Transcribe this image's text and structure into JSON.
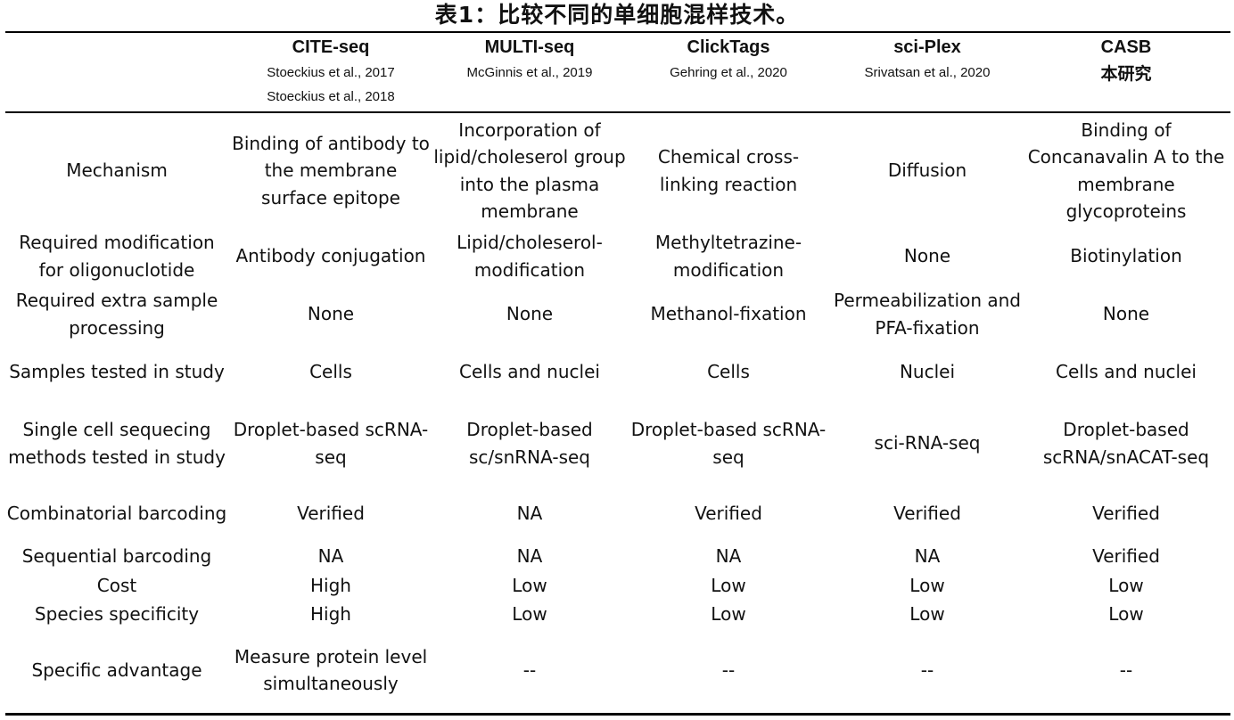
{
  "title": "表1：比较不同的单细胞混样技术。",
  "methods": [
    {
      "name": "CITE-seq",
      "refs": [
        "Stoeckius et al., 2017",
        "Stoeckius et al., 2018"
      ]
    },
    {
      "name": "MULTI-seq",
      "refs": [
        "McGinnis et al., 2019"
      ]
    },
    {
      "name": "ClickTags",
      "refs": [
        "Gehring et al., 2020"
      ]
    },
    {
      "name": "sci-Plex",
      "refs": [
        "Srivatsan et al., 2020"
      ]
    },
    {
      "name": "CASB",
      "refs": [
        "本研究"
      ]
    }
  ],
  "rows": [
    {
      "label": "Mechanism",
      "values": [
        "Binding of antibody to the membrane surface epitope",
        "Incorporation of lipid/choleserol group into the plasma membrane",
        "Chemical cross-linking reaction",
        "Diffusion",
        "Binding of Concanavalin A to the membrane glycoproteins"
      ]
    },
    {
      "label": "Required modification for oligonuclotide",
      "values": [
        "Antibody conjugation",
        "Lipid/choleserol-modification",
        "Methyltetrazine-modification",
        "None",
        "Biotinylation"
      ]
    },
    {
      "label": "Required extra sample processing",
      "values": [
        "None",
        "None",
        "Methanol-fixation",
        "Permeabilization and PFA-fixation",
        "None"
      ]
    },
    {
      "label": "Samples tested in study",
      "values": [
        "Cells",
        "Cells and nuclei",
        "Cells",
        "Nuclei",
        "Cells and nuclei"
      ]
    },
    {
      "label": "Single cell sequecing methods tested in study",
      "values": [
        "Droplet-based scRNA-seq",
        "Droplet-based sc/snRNA-seq",
        "Droplet-based scRNA-seq",
        "sci-RNA-seq",
        "Droplet-based scRNA/snACAT-seq"
      ]
    },
    {
      "label": "Combinatorial barcoding",
      "values": [
        "Verified",
        "NA",
        "Verified",
        "Verified",
        "Verified"
      ]
    },
    {
      "label": "Sequential barcoding",
      "values": [
        "NA",
        "NA",
        "NA",
        "NA",
        "Verified"
      ]
    },
    {
      "label": "Cost",
      "values": [
        "High",
        "Low",
        "Low",
        "Low",
        "Low"
      ]
    },
    {
      "label": "Species specificity",
      "values": [
        "High",
        "Low",
        "Low",
        "Low",
        "Low"
      ]
    },
    {
      "label": "Specific advantage",
      "values": [
        "Measure protein level simultaneously",
        "--",
        "--",
        "--",
        "--"
      ]
    }
  ]
}
